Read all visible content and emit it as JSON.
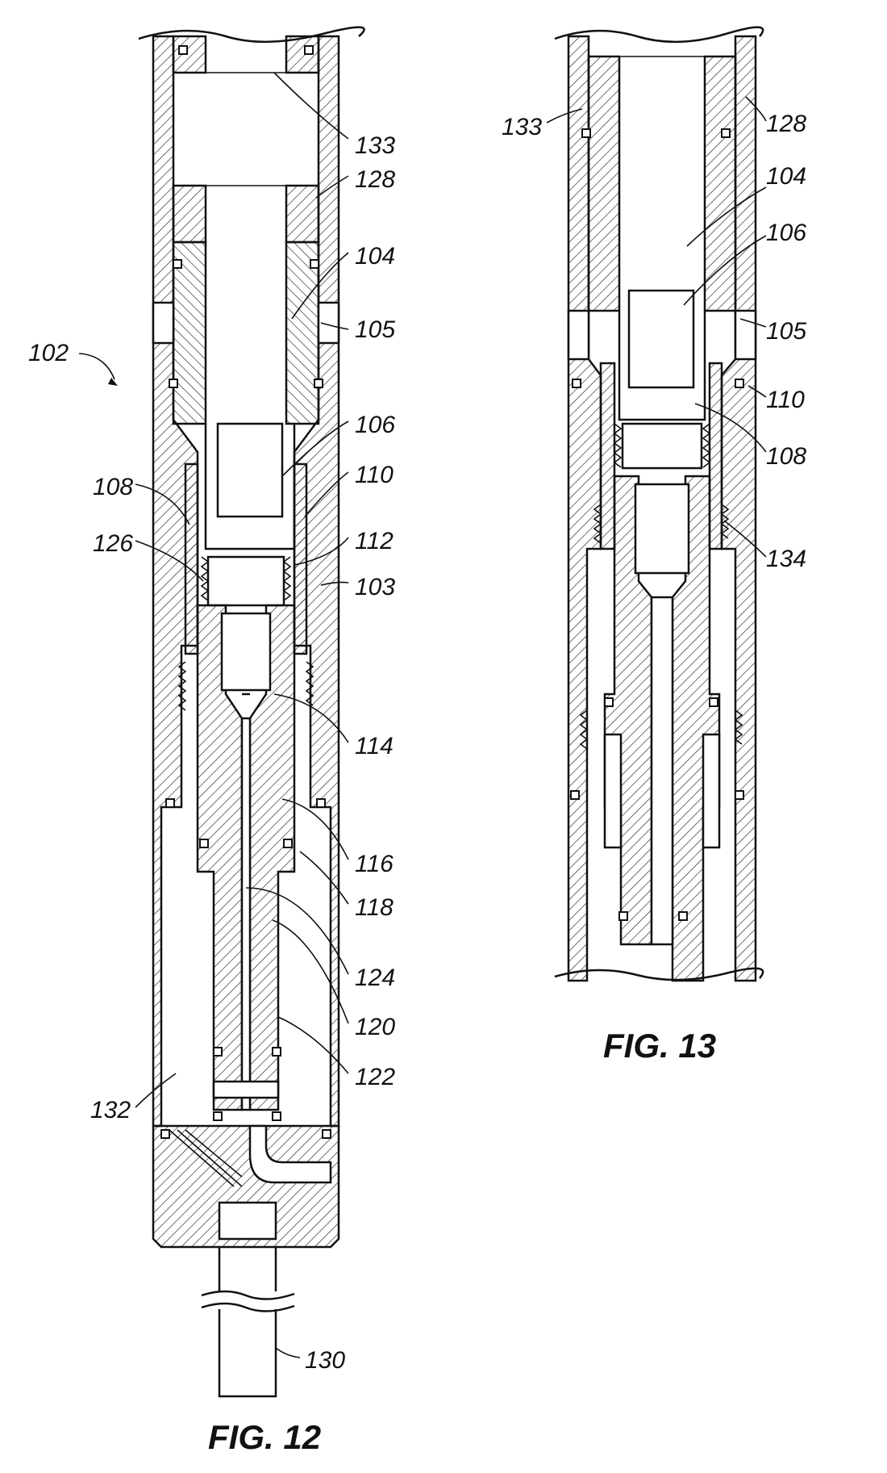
{
  "figures": [
    {
      "caption": "FIG. 12",
      "labels": [
        "102",
        "133",
        "128",
        "104",
        "105",
        "106",
        "108",
        "110",
        "126",
        "112",
        "103",
        "114",
        "116",
        "118",
        "124",
        "120",
        "122",
        "132",
        "130"
      ]
    },
    {
      "caption": "FIG. 13",
      "labels": [
        "133",
        "128",
        "104",
        "106",
        "105",
        "110",
        "108",
        "134"
      ]
    }
  ]
}
